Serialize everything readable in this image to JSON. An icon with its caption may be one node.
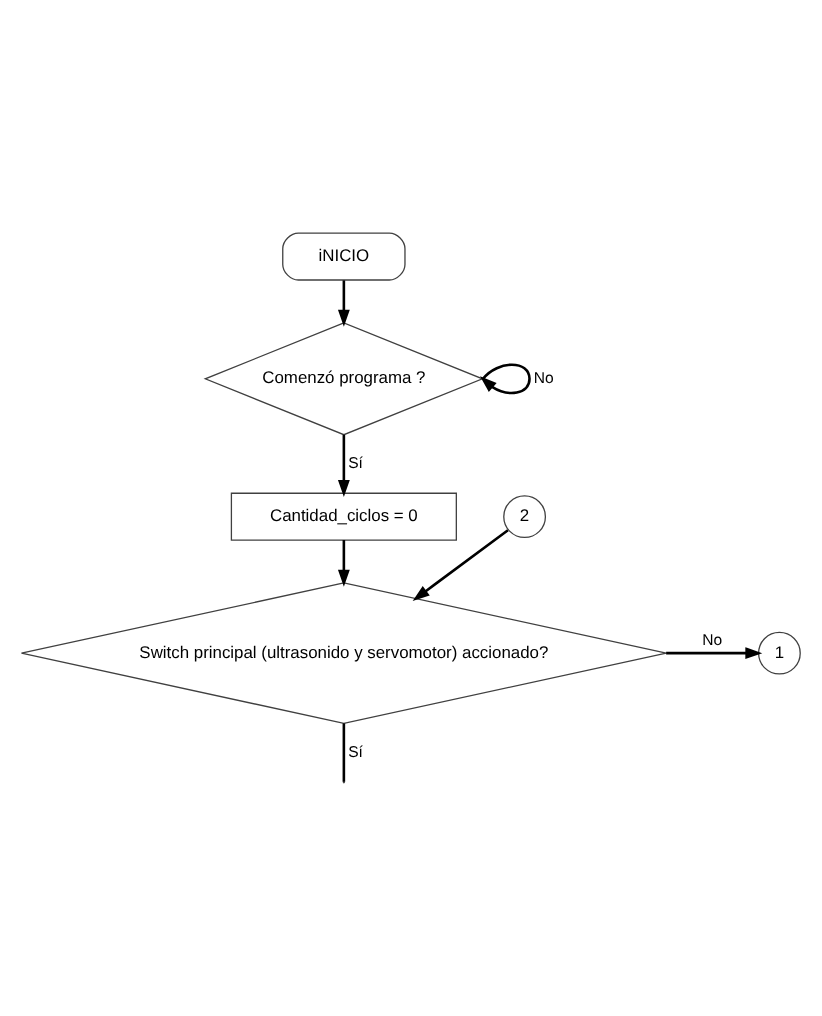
{
  "diagram": {
    "nodes": [
      {
        "text": [
          "iNICIO"
        ]
      },
      {
        "text": [
          "Comenzó programa ?"
        ]
      },
      {
        "text": [
          "Cantidad_ciclos = 0"
        ]
      },
      {
        "text": [
          "2"
        ]
      },
      {
        "text": [
          "Switch principal (ultrasonido y servomotor) accionado?"
        ]
      },
      {
        "text": [
          "1"
        ]
      }
    ],
    "edges": [
      {
        "from": 0,
        "to": 1,
        "arrow": "to"
      },
      {
        "from": 1,
        "to": 1,
        "arrow": "to",
        "label": "No"
      },
      {
        "from": 1,
        "to": 2,
        "arrow": "to",
        "label": "Sí"
      },
      {
        "from": 2,
        "to": 4,
        "arrow": "to"
      },
      {
        "from": 3,
        "to": 4,
        "arrow": "to"
      },
      {
        "from": 4,
        "to": 5,
        "arrow": "to",
        "label": "No"
      },
      {
        "from": 4,
        "to": null,
        "arrow": "none",
        "label": "Sí"
      }
    ]
  }
}
